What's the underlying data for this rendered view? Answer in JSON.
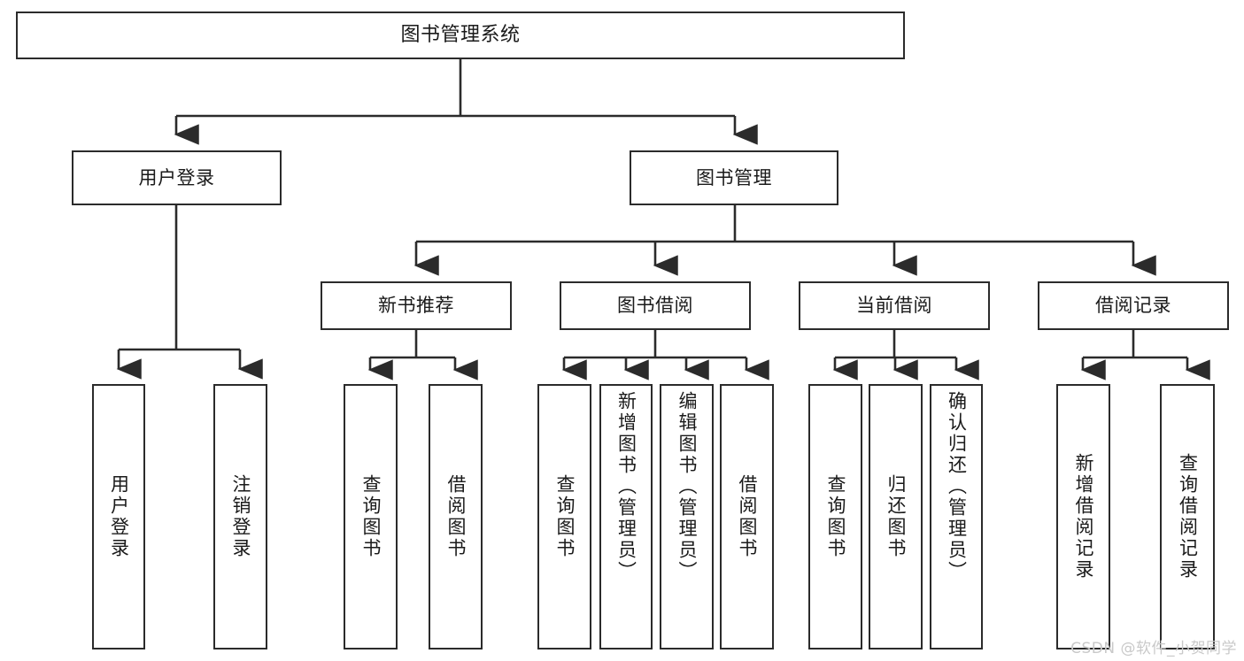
{
  "diagram": {
    "title": "图书管理系统",
    "type": "hierarchy-tree",
    "levels": 4,
    "colors": {
      "box_border": "#2b2b2b",
      "box_fill": "#ffffff",
      "connector": "#2b2b2b",
      "text": "#1a1a1a",
      "watermark": "#c9c9c9",
      "background": "#ffffff"
    }
  },
  "root": {
    "label": "图书管理系统"
  },
  "level1": [
    {
      "label": "用户登录"
    },
    {
      "label": "图书管理"
    }
  ],
  "level2": [
    {
      "label": "新书推荐"
    },
    {
      "label": "图书借阅"
    },
    {
      "label": "当前借阅"
    },
    {
      "label": "借阅记录"
    }
  ],
  "leaves": {
    "user_login": [
      {
        "label": "用户登录"
      },
      {
        "label": "注销登录"
      }
    ],
    "new_book_recommend": [
      {
        "label": "查询图书"
      },
      {
        "label": "借阅图书"
      }
    ],
    "book_borrow": [
      {
        "label": "查询图书"
      },
      {
        "label": "新增图书（管理员）"
      },
      {
        "label": "编辑图书（管理员）"
      },
      {
        "label": "借阅图书"
      }
    ],
    "current_borrow": [
      {
        "label": "查询图书"
      },
      {
        "label": "归还图书"
      },
      {
        "label": "确认归还（管理员）"
      }
    ],
    "borrow_records": [
      {
        "label": "新增借阅记录"
      },
      {
        "label": "查询借阅记录"
      }
    ]
  },
  "watermark": {
    "text": "CSDN @软件_小贺同学"
  }
}
